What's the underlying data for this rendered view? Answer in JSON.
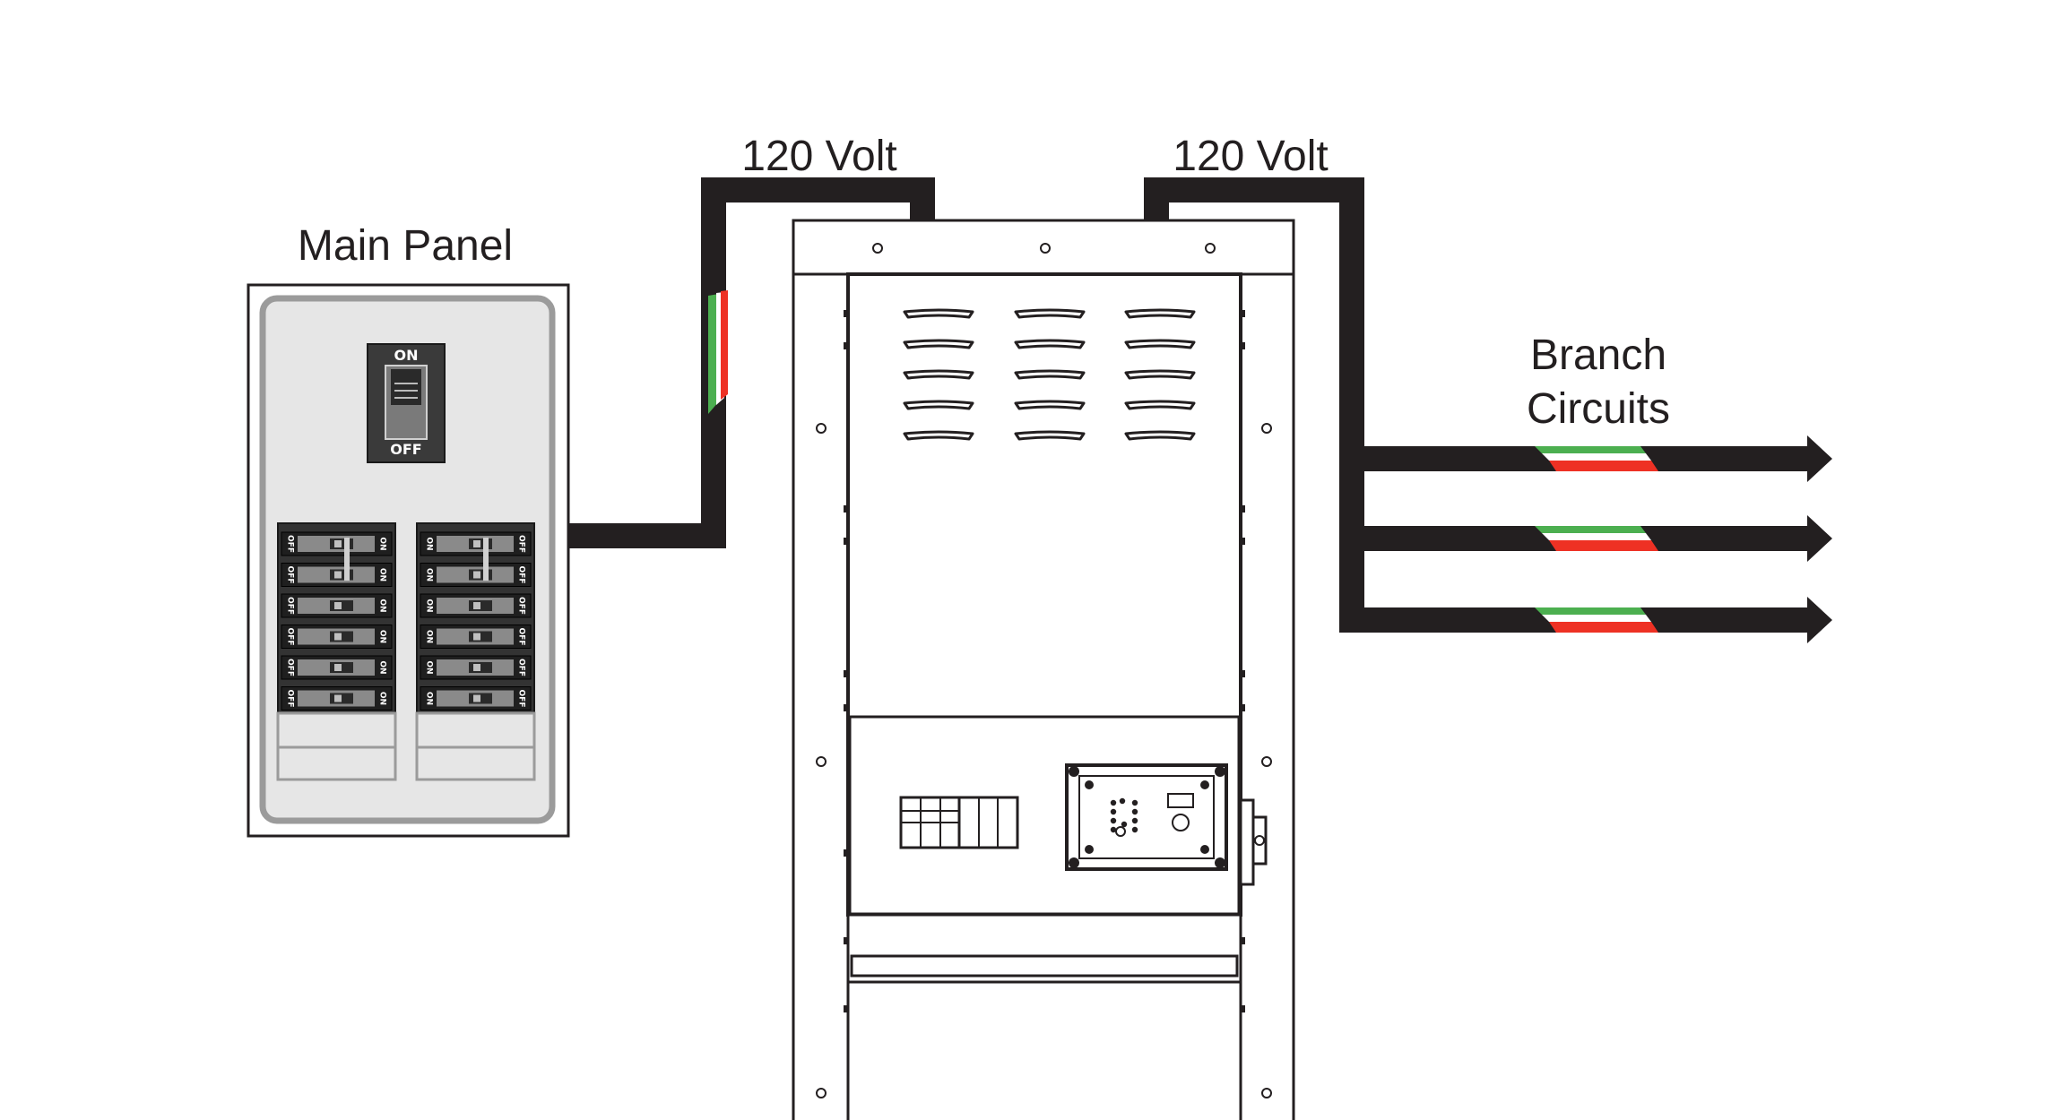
{
  "labels": {
    "main_panel": "Main Panel",
    "volt_in": "120 Volt",
    "volt_out": "120 Volt",
    "branch_line1": "Branch",
    "branch_line2": "Circuits"
  },
  "main_switch": {
    "on": "ON",
    "off": "OFF"
  },
  "breakers": {
    "rows": 6,
    "left_labels": {
      "start": "OFF",
      "end": "ON"
    },
    "right_labels": {
      "start": "ON",
      "end": "OFF"
    }
  },
  "branch_circuit_count": 3,
  "colors": {
    "wire": "#231f20",
    "hot_red": "#ee3124",
    "neutral_white": "#ffffff",
    "ground_green": "#4caf50",
    "panel_fill": "#e6e6e6",
    "panel_border": "#999999",
    "outline": "#231f20"
  }
}
